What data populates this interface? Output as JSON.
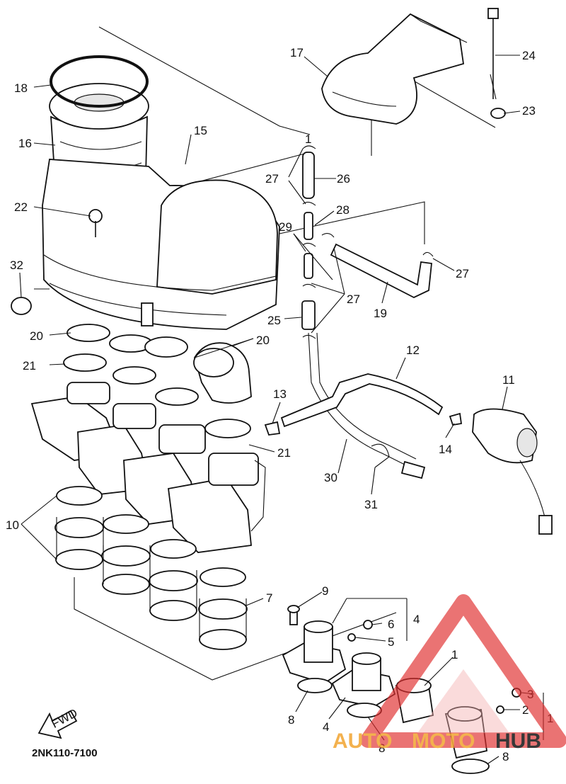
{
  "diagram_code": "2NK110-7100",
  "fwd_label": "FWD",
  "watermark": {
    "left": "AUTO",
    "mid": "MOTO",
    "right": "HUB",
    "colors": {
      "accent": "#e03030",
      "dark": "#222222"
    }
  },
  "callouts": {
    "c1a": "1",
    "c1b": "1",
    "c1c": "1",
    "c2": "2",
    "c3": "3",
    "c4a": "4",
    "c4b": "4",
    "c5": "5",
    "c6": "6",
    "c7": "7",
    "c8a": "8",
    "c8b": "8",
    "c8c": "8",
    "c9": "9",
    "c10": "10",
    "c11": "11",
    "c12": "12",
    "c13": "13",
    "c14": "14",
    "c15": "15",
    "c16": "16",
    "c17": "17",
    "c18": "18",
    "c19": "19",
    "c20a": "20",
    "c20b": "20",
    "c21a": "21",
    "c21b": "21",
    "c22": "22",
    "c23": "23",
    "c24": "24",
    "c25": "25",
    "c26": "26",
    "c27a": "27",
    "c27b": "27",
    "c27c": "27",
    "c28": "28",
    "c29": "29",
    "c30": "30",
    "c31": "31",
    "c32": "32"
  }
}
